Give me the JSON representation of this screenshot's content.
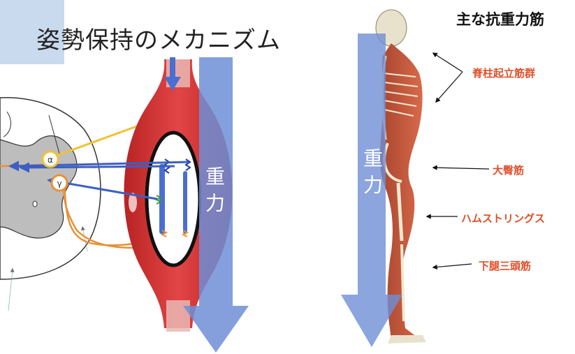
{
  "slide": {
    "title": "姿勢保持のメカニズム",
    "heading": "主な抗重力筋",
    "gravity_label_left": "重力",
    "gravity_label_right": "重力",
    "muscles": [
      "脊柱起立筋群",
      "大臀筋",
      "ハムストリングス",
      "下腿三頭筋"
    ],
    "neuron_alpha": "α",
    "neuron_gamma": "γ"
  },
  "colors": {
    "gravity_arrow": "#6f8fd6",
    "muscle_red": "#d83a3a",
    "label_orange": "#e0502a",
    "alpha_line": "#f1c232",
    "gamma_line": "#e69138",
    "efferent_blue": "#3d5fc4",
    "corner_block": "#c9d9ee"
  }
}
